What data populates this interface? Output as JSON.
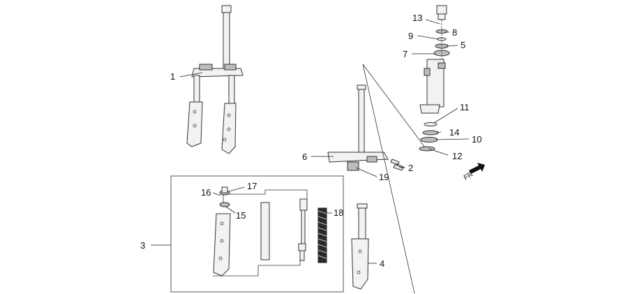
{
  "callouts": {
    "c1": "1",
    "c2": "2",
    "c3": "3",
    "c4": "4",
    "c5": "5",
    "c6": "6",
    "c7": "7",
    "c8": "8",
    "c9": "9",
    "c10": "10",
    "c11": "11",
    "c12": "12",
    "c13": "13",
    "c14": "14",
    "c15": "15",
    "c16": "16",
    "c17": "17",
    "c18": "18",
    "c19": "19"
  },
  "direction_label": "FR"
}
